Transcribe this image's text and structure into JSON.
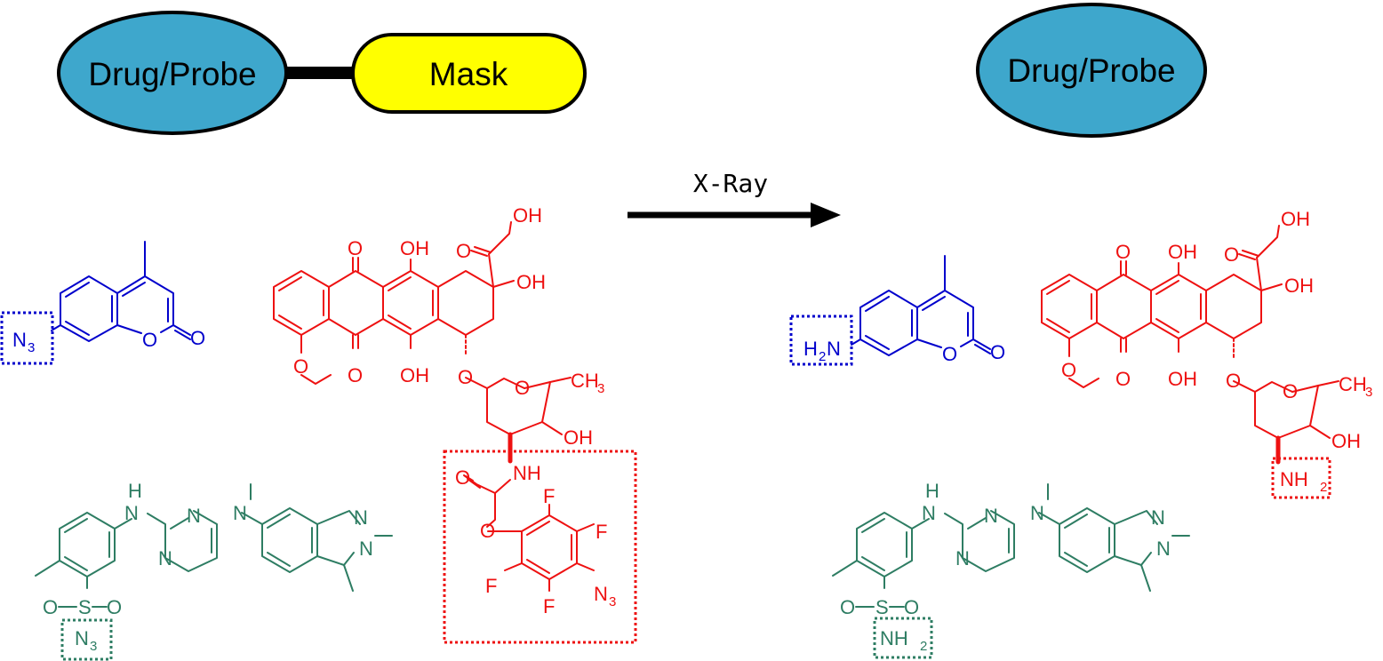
{
  "labels": {
    "drug_left": "Drug/Probe",
    "mask": "Mask",
    "drug_right": "Drug/Probe",
    "arrow": "X-Ray"
  },
  "colors": {
    "drug_fill": "#3ea7cc",
    "mask_fill": "#ffff00",
    "outline": "#000000",
    "coumarin": "#0000cc",
    "doxorubicin": "#ee1111",
    "pazopanib": "#2e7d63"
  },
  "atoms": {
    "O": "O",
    "OH": "OH",
    "NH": "NH",
    "H": "H",
    "N": "N",
    "S": "S",
    "F": "F",
    "CH": "CH",
    "NH_amine": "NH",
    "H_amine": "H",
    "N_amine": "N",
    "three": "3",
    "two": "2"
  }
}
